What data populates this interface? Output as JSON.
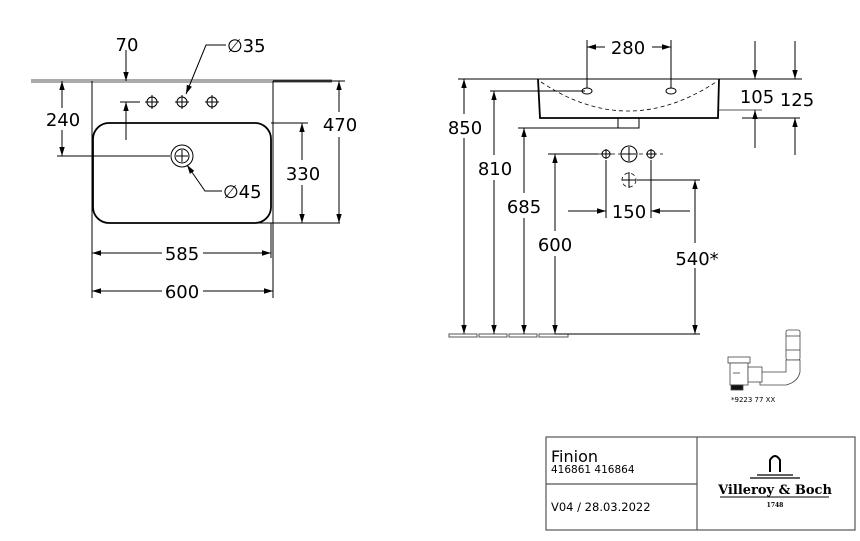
{
  "top_view": {
    "dim_70": "70",
    "dim_dia35": "∅35",
    "dim_240": "240",
    "dim_dia45": "∅45",
    "dim_330": "330",
    "dim_470": "470",
    "dim_585": "585",
    "dim_600": "600"
  },
  "side_view": {
    "dim_280": "280",
    "dim_105": "105",
    "dim_125": "125",
    "dim_850": "850",
    "dim_810": "810",
    "dim_685": "685",
    "dim_600": "600",
    "dim_150": "150",
    "dim_540": "540*"
  },
  "trap": {
    "label": "*9223 77 XX"
  },
  "title_block": {
    "product": "Finion",
    "article_numbers": "416861 416864",
    "version": "V04 / 28.03.2022",
    "brand": "Villeroy & Boch",
    "brand_year": "1748"
  }
}
